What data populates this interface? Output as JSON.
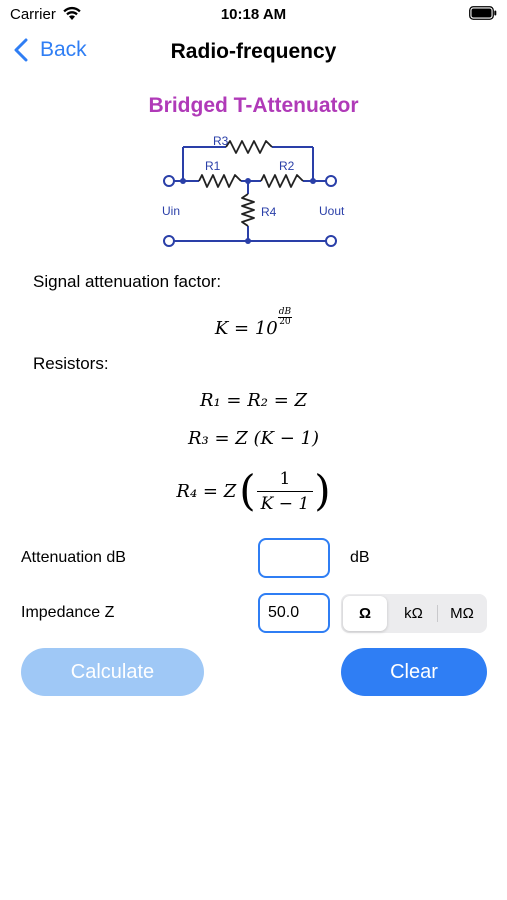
{
  "status_bar": {
    "carrier": "Carrier",
    "time": "10:18 AM"
  },
  "nav": {
    "back_label": "Back",
    "title": "Radio-frequency"
  },
  "heading": "Bridged T-Attenuator",
  "circuit": {
    "labels": {
      "r1": "R1",
      "r2": "R2",
      "r3": "R3",
      "r4": "R4",
      "uin": "Uin",
      "uout": "Uout"
    },
    "colors": {
      "wire": "#2a3fa8",
      "resistor": "#222222"
    }
  },
  "sections": {
    "attenuation_factor": "Signal attenuation factor:",
    "resistors": "Resistors:"
  },
  "formulas": {
    "k_lhs": "K = 10",
    "k_exp_num": "dB",
    "k_exp_den": "20",
    "r1": "R₁ = R₂ = Z",
    "r3": "R₃ = Z (K − 1)",
    "r4_lhs": "R₄ = Z",
    "r4_num": "1",
    "r4_den": "K − 1"
  },
  "form": {
    "attenuation_label": "Attenuation dB",
    "attenuation_value": "",
    "attenuation_unit": "dB",
    "impedance_label": "Impedance Z",
    "impedance_value": "50.0",
    "impedance_units": [
      "Ω",
      "kΩ",
      "MΩ"
    ],
    "impedance_selected_unit": "Ω"
  },
  "buttons": {
    "calculate": "Calculate",
    "clear": "Clear"
  },
  "colors": {
    "accent": "#2f7ef4",
    "heading": "#b03ab8",
    "disabled_button": "#9fc8f6"
  }
}
